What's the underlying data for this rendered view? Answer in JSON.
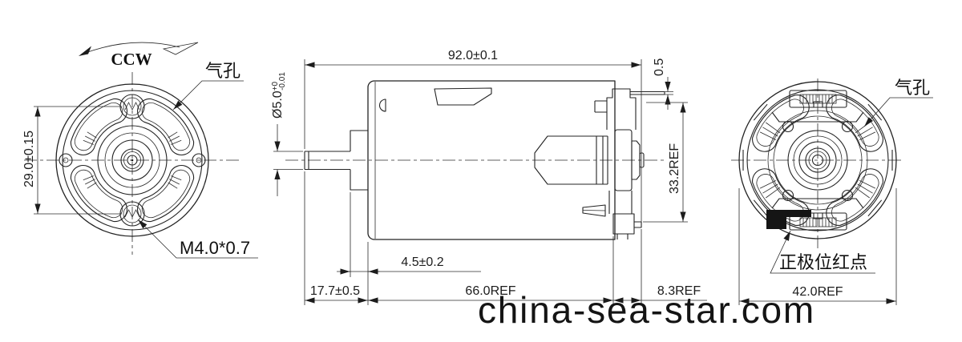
{
  "front_view": {
    "rotation_label": "CCW",
    "air_hole_label": "气孔",
    "mount_hole_spacing": "29.0±0.15",
    "screw_thread_spec": "M4.0*0.7"
  },
  "side_view": {
    "overall_length": "92.0±0.1",
    "shaft_diameter": "Ø5.0",
    "shaft_tolerance_upper": "+0",
    "shaft_tolerance_lower": "-0.01",
    "terminal_thickness": "0.5",
    "terminal_to_bracket_height": "33.2REF",
    "boss_length": "4.5±0.2",
    "shaft_length": "17.7±0.5",
    "body_length": "66.0REF",
    "rear_length": "8.3REF"
  },
  "rear_view": {
    "air_hole_label": "气孔",
    "positive_terminal_label": "正极位红点",
    "end_cap_width": "42.0REF"
  },
  "watermark": {
    "text": "china-sea-star.com"
  },
  "colors": {
    "line": "#232323",
    "watermark": "#141414",
    "background": "#ffffff"
  }
}
